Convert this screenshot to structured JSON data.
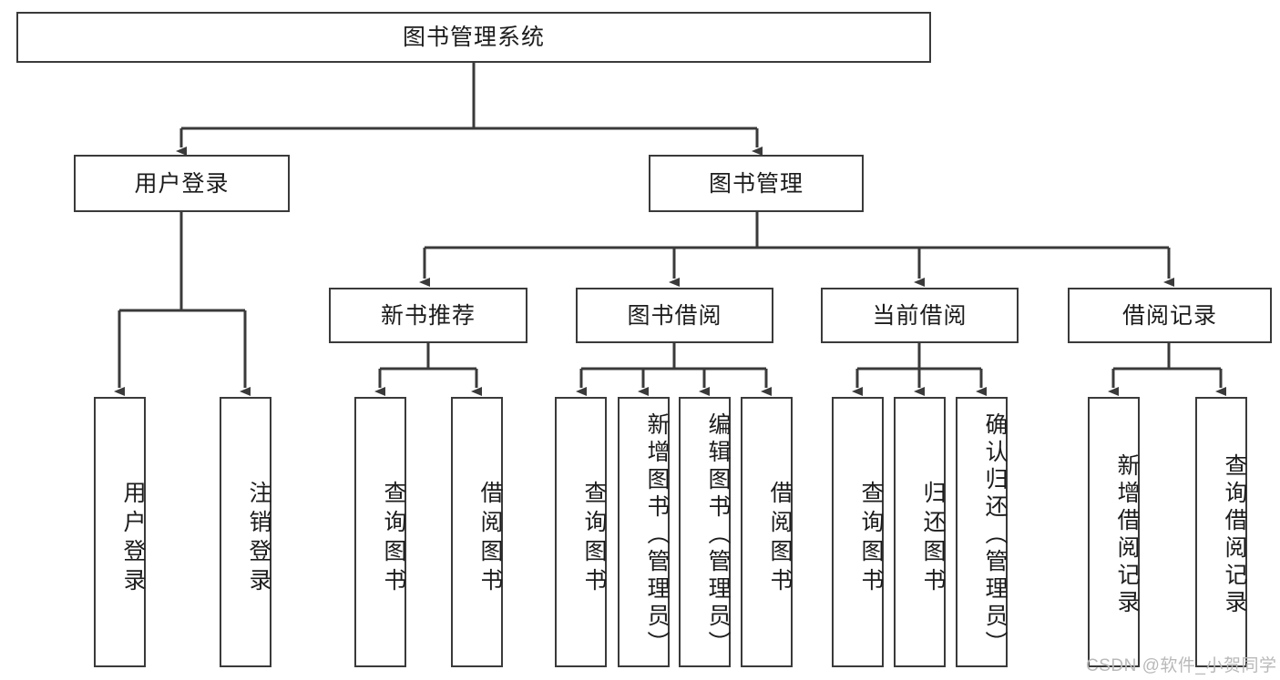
{
  "diagram": {
    "type": "tree",
    "title": "图书管理系统",
    "root": {
      "label": "图书管理系统"
    },
    "level1": [
      {
        "label": "用户登录"
      },
      {
        "label": "图书管理"
      }
    ],
    "level2": [
      {
        "label": "新书推荐"
      },
      {
        "label": "图书借阅"
      },
      {
        "label": "当前借阅"
      },
      {
        "label": "借阅记录"
      }
    ],
    "leaves": {
      "user_login": [
        {
          "label": "用户登录"
        },
        {
          "label": "注销登录"
        }
      ],
      "new_book_recommend": [
        {
          "label": "查询图书"
        },
        {
          "label": "借阅图书"
        }
      ],
      "book_borrow": [
        {
          "label": "查询图书"
        },
        {
          "label": "新增图书（管理员）"
        },
        {
          "label": "编辑图书（管理员）"
        },
        {
          "label": "借阅图书"
        }
      ],
      "current_borrow": [
        {
          "label": "查询图书"
        },
        {
          "label": "归还图书"
        },
        {
          "label": "确认归还（管理员）"
        }
      ],
      "borrow_record": [
        {
          "label": "新增借阅记录"
        },
        {
          "label": "查询借阅记录"
        }
      ]
    }
  },
  "watermark": {
    "text": "CSDN @软件_小贺同学"
  },
  "colors": {
    "border": "#3a3a3a",
    "text": "#1c1c1c",
    "background": "#ffffff",
    "watermark": "#b9b9b9"
  }
}
